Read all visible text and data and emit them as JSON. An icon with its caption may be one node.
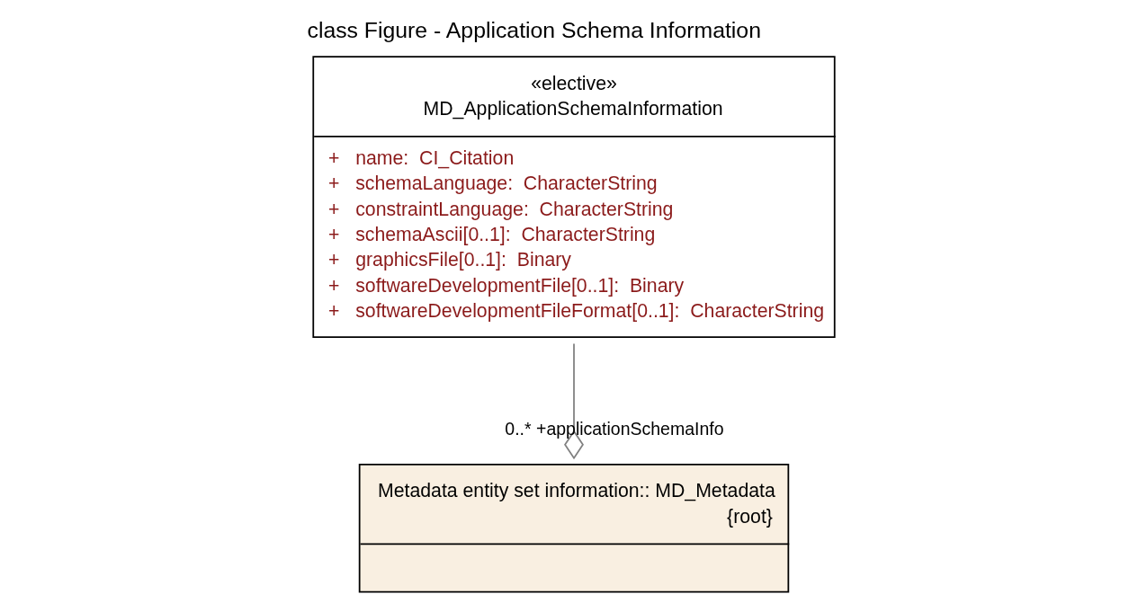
{
  "diagram": {
    "title": "class Figure - Application Schema Information",
    "nodes": [
      {
        "text": [
          "«elective»",
          "MD_ApplicationSchemaInformation",
          "+   name:  CI_Citation",
          "+   schemaLanguage:  CharacterString",
          "+   constraintLanguage:  CharacterString",
          "+   schemaAscii[0..1]:  CharacterString",
          "+   graphicsFile[0..1]:  Binary",
          "+   softwareDevelopmentFile[0..1]:  Binary",
          "+   softwareDevelopmentFileFormat[0..1]:  CharacterString"
        ]
      },
      {
        "text": [
          "Metadata entity set information:: MD_Metadata",
          "{root}"
        ]
      }
    ],
    "edges": [
      {
        "from": 0,
        "to": 1,
        "arrow": "other",
        "label": "0..* +applicationSchemaInfo"
      }
    ]
  }
}
